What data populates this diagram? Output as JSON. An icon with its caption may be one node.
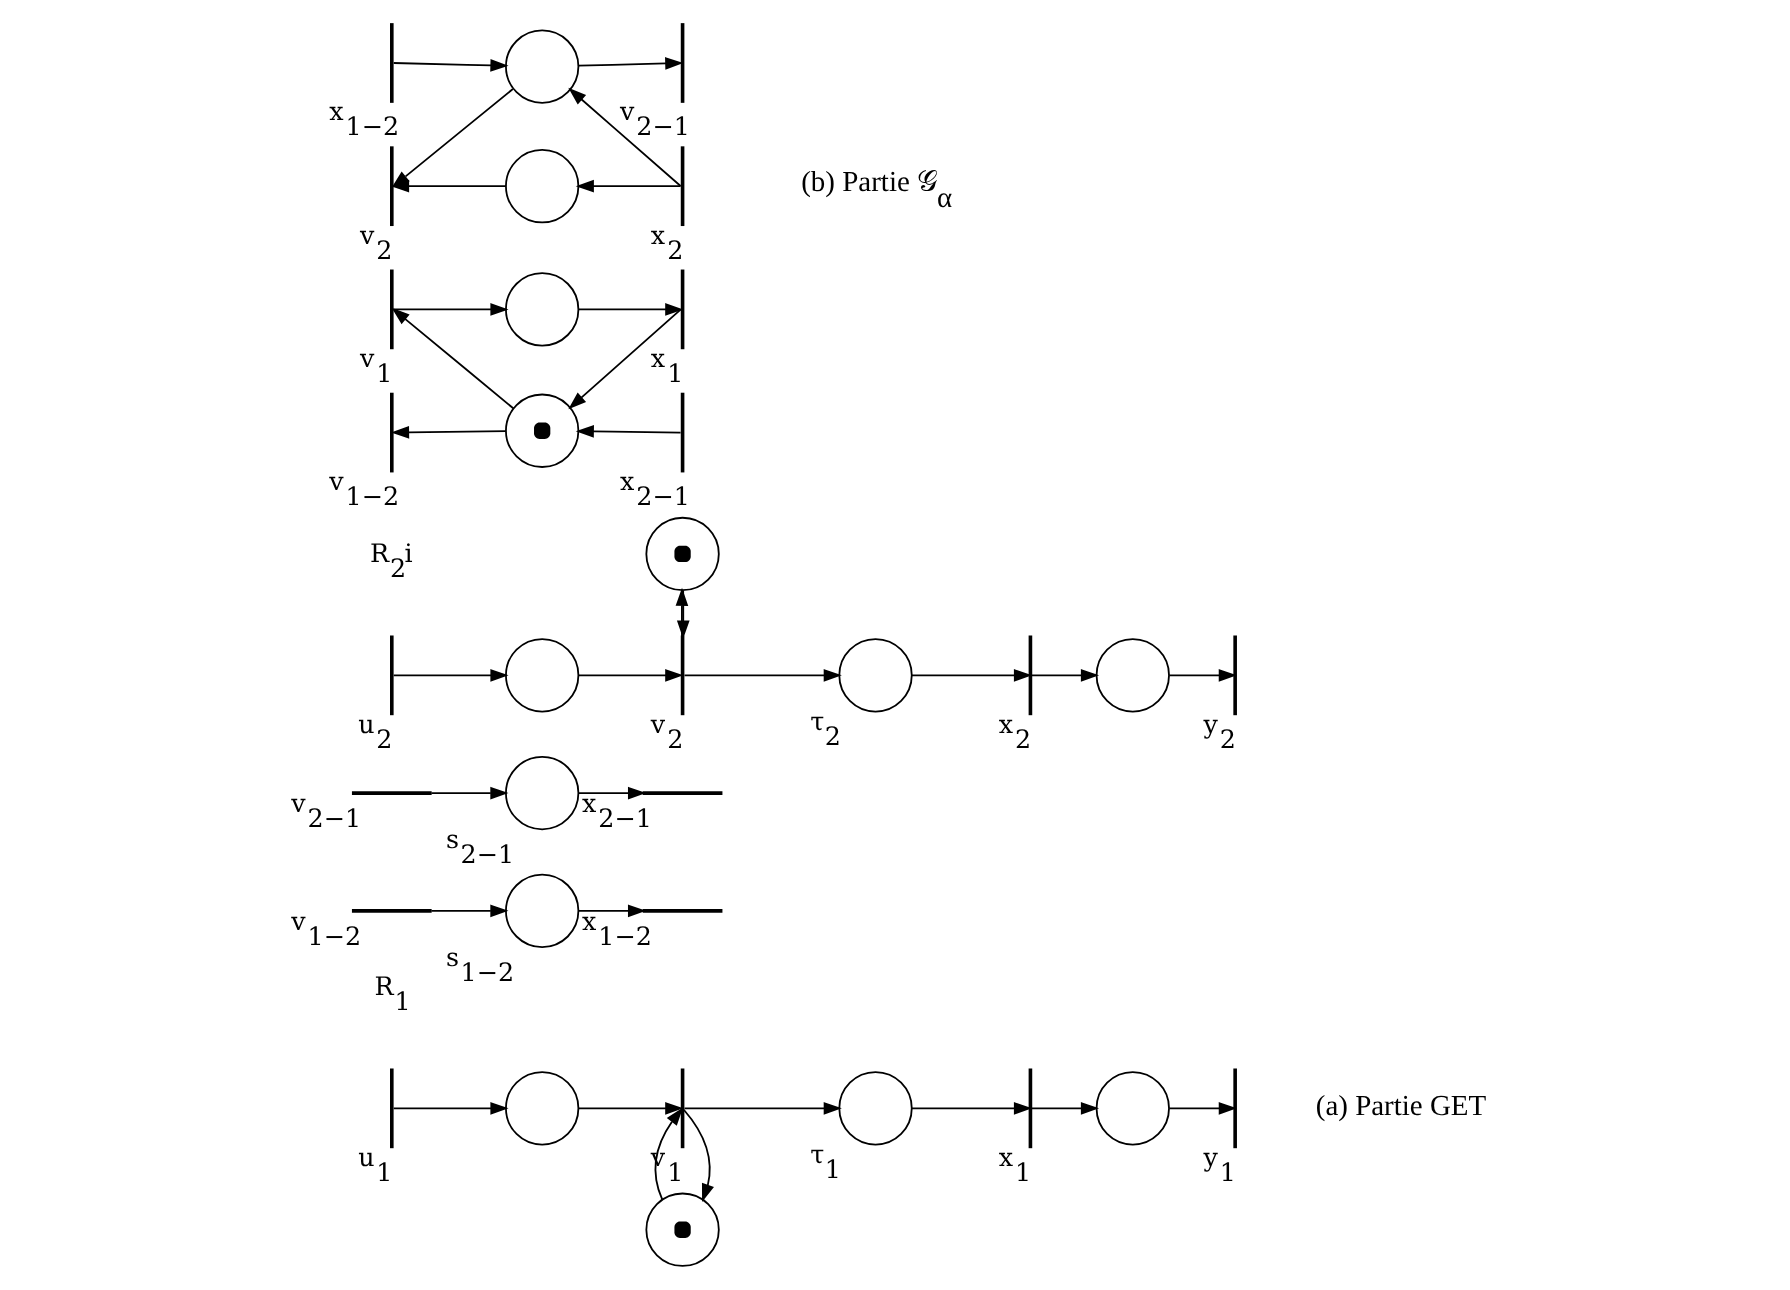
{
  "diagram": {
    "nodes": [
      {
        "text": [],
        "shape": "circle"
      },
      {
        "text": [
          "u$_{1}$"
        ],
        "beside": [
          "R$_{1}$"
        ]
      },
      {
        "text": [],
        "shape": "circle"
      },
      {
        "text": [
          "v$_{1}$"
        ]
      },
      {
        "text": [
          "τ$_{1}$"
        ]
      },
      {
        "text": [
          "x$_{1}$"
        ]
      },
      {
        "text": [],
        "shape": "circle"
      },
      {
        "text": [
          "y$_{1}$"
        ]
      },
      {
        "text": [
          "v$_{1−2}$"
        ]
      },
      {
        "text": [
          "x$_{2−1}$"
        ]
      },
      {
        "text": [
          "s$_{1−2}$"
        ]
      },
      {
        "text": [
          "s$_{2−1}$"
        ]
      },
      {
        "text": [
          "x$_{1−2}$"
        ]
      },
      {
        "text": [
          "v$_{2−1}$"
        ]
      },
      {
        "text": [
          "u$_{2}$"
        ],
        "beside": [
          "R$_{2}$i"
        ]
      },
      {
        "text": [],
        "shape": "circle"
      },
      {
        "text": [
          "v$_{2}$"
        ]
      },
      {
        "text": [
          "τ$_{2}$"
        ]
      },
      {
        "text": [
          "x$_{2}$"
        ]
      },
      {
        "text": [],
        "shape": "circle"
      },
      {
        "text": [
          "y$_{2}$"
        ]
      },
      {
        "text": [],
        "shape": "circle"
      },
      {
        "text": [
          "v$_{1}$"
        ]
      },
      {
        "text": [],
        "shape": "circle"
      },
      {
        "text": [
          "x$_{1}$"
        ]
      },
      {
        "text": [],
        "shape": "circle"
      },
      {
        "text": [
          "v$_{1−2}$"
        ]
      },
      {
        "text": [
          "x$_{2−1}$"
        ]
      },
      {
        "text": [
          "x$_{1−2}$"
        ]
      },
      {
        "text": [],
        "shape": "circle"
      },
      {
        "text": [
          "v$_{2−1}$"
        ]
      },
      {
        "text": [
          "v$_{2}$"
        ]
      },
      {
        "text": [],
        "shape": "circle"
      },
      {
        "text": [
          "x$_{2}$"
        ]
      }
    ],
    "edges": [
      {
        "from": 1,
        "to": 2,
        "arrow": "to"
      },
      {
        "from": 2,
        "to": 3,
        "arrow": "to"
      },
      {
        "from": 3,
        "to": 4,
        "arrow": "to"
      },
      {
        "from": 4,
        "to": 5,
        "arrow": "to"
      },
      {
        "from": 5,
        "to": 6,
        "arrow": "to"
      },
      {
        "from": 6,
        "to": 7,
        "arrow": "to"
      },
      {
        "from": 3,
        "to": 0,
        "arrow": "to"
      },
      {
        "from": 0,
        "to": 3,
        "arrow": "to"
      },
      {
        "from": 8,
        "to": 10,
        "arrow": "to"
      },
      {
        "from": 10,
        "to": 12,
        "arrow": "to"
      },
      {
        "from": 13,
        "to": 11,
        "arrow": "to"
      },
      {
        "from": 11,
        "to": 9,
        "arrow": "to"
      },
      {
        "from": 14,
        "to": 15,
        "arrow": "to"
      },
      {
        "from": 15,
        "to": 16,
        "arrow": "to"
      },
      {
        "from": 16,
        "to": 17,
        "arrow": "to"
      },
      {
        "from": 17,
        "to": 18,
        "arrow": "to"
      },
      {
        "from": 18,
        "to": 19,
        "arrow": "to"
      },
      {
        "from": 19,
        "to": 20,
        "arrow": "to"
      },
      {
        "from": 21,
        "to": 16,
        "arrow": "to"
      },
      {
        "from": 16,
        "to": 21,
        "arrow": "to"
      },
      {
        "from": 22,
        "to": 23,
        "arrow": "to"
      },
      {
        "from": 23,
        "to": 24,
        "arrow": "to"
      },
      {
        "from": 24,
        "to": 25,
        "arrow": "to"
      },
      {
        "from": 27,
        "to": 25,
        "arrow": "to"
      },
      {
        "from": 25,
        "to": 22,
        "arrow": "to"
      },
      {
        "from": 25,
        "to": 26,
        "arrow": "to"
      },
      {
        "from": 28,
        "to": 29,
        "arrow": "to"
      },
      {
        "from": 29,
        "to": 30,
        "arrow": "to"
      },
      {
        "from": 33,
        "to": 29,
        "arrow": "to"
      },
      {
        "from": 29,
        "to": 31,
        "arrow": "to"
      },
      {
        "from": 33,
        "to": 32,
        "arrow": "to"
      },
      {
        "from": 32,
        "to": 31,
        "arrow": "to"
      }
    ],
    "labels": [
      "(a) Partie GET",
      "(b) Partie 𝒢$_{α}$"
    ]
  }
}
